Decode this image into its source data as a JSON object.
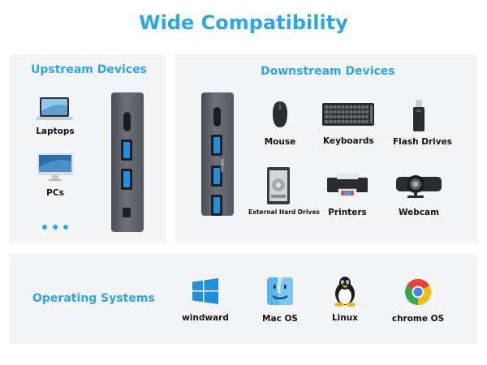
{
  "page": {
    "title": "Wide Compatibility"
  },
  "upstream": {
    "title": "Upstream Devices",
    "items": [
      {
        "label": "Laptops",
        "icon": "laptop-icon"
      },
      {
        "label": "PCs",
        "icon": "imac-icon"
      }
    ]
  },
  "downstream": {
    "title": "Downstream Devices",
    "hub_side_label": "5Gbps",
    "items": [
      {
        "label": "Mouse",
        "icon": "mouse-icon"
      },
      {
        "label": "Keyboards",
        "icon": "keyboard-icon"
      },
      {
        "label": "Flash Drives",
        "icon": "flash-drive-icon"
      },
      {
        "label": "External Hard Drives",
        "icon": "hard-drive-icon"
      },
      {
        "label": "Printers",
        "icon": "printer-icon"
      },
      {
        "label": "Webcam",
        "icon": "webcam-icon"
      }
    ]
  },
  "os": {
    "title": "Operating Systems",
    "items": [
      {
        "label": "windward",
        "icon": "windows-logo-icon"
      },
      {
        "label": "Mac OS",
        "icon": "mac-finder-icon"
      },
      {
        "label": "Linux",
        "icon": "linux-tux-icon"
      },
      {
        "label": "chrome OS",
        "icon": "chrome-logo-icon"
      }
    ]
  },
  "colors": {
    "accent": "#2aa6ec",
    "panel": "#f4f5f7",
    "hub": "#5e6167",
    "port": "#1f8fe0"
  }
}
